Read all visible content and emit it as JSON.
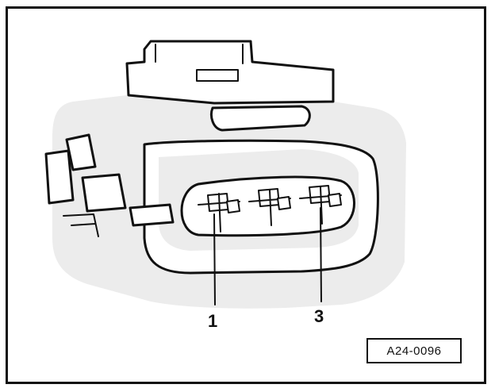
{
  "figure": {
    "reference_code": "A24-0096",
    "callouts": [
      {
        "id": "pin-1",
        "label": "1"
      },
      {
        "id": "pin-3",
        "label": "3"
      }
    ],
    "colors": {
      "ink": "#111111",
      "shade": "#ececec",
      "paper": "#ffffff"
    }
  }
}
